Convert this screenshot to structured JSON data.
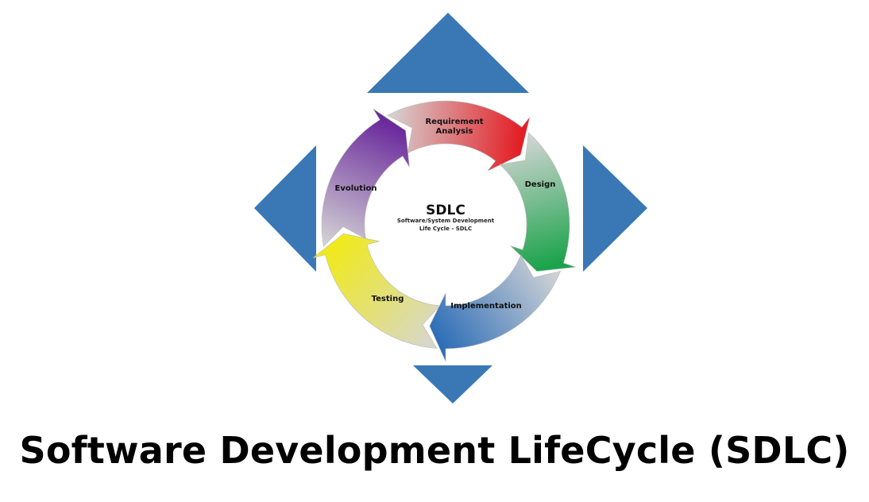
{
  "title": "Software Development LifeCycle (SDLC)",
  "center": {
    "heading": "SDLC",
    "subtitle_line1": "Software/System Development",
    "subtitle_line2": "Life Cycle - SDLC"
  },
  "phases": [
    {
      "label_lines": [
        "Requirement",
        "Analysis"
      ],
      "color": "#e31e24"
    },
    {
      "label_lines": [
        "Design"
      ],
      "color": "#1aa34a"
    },
    {
      "label_lines": [
        "Implementation"
      ],
      "color": "#2f6fb8"
    },
    {
      "label_lines": [
        "Testing"
      ],
      "color": "#f0ea1a"
    },
    {
      "label_lines": [
        "Evolution"
      ],
      "color": "#6a2a9c"
    }
  ],
  "colors": {
    "arrow_frame": "#3a78b5",
    "ring_fade": "#d6d6d6",
    "title_text": "#000000"
  }
}
